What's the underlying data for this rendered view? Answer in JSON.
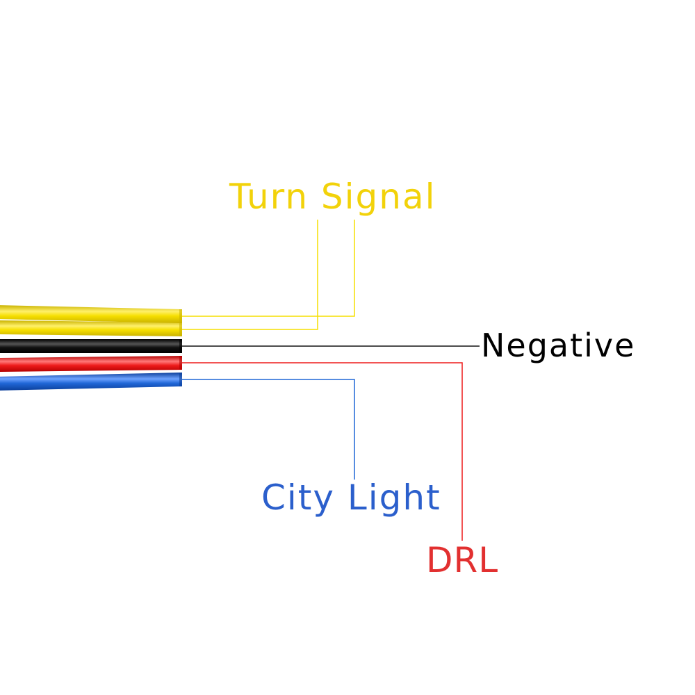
{
  "wires": [
    {
      "id": "turn-1",
      "color_name": "yellow",
      "color": "#f6df00",
      "dark": "#c9b200",
      "light": "#fff06a",
      "label_key": "turn_signal"
    },
    {
      "id": "turn-2",
      "color_name": "yellow",
      "color": "#f6df00",
      "dark": "#c9b200",
      "light": "#fff06a",
      "label_key": "turn_signal"
    },
    {
      "id": "negative",
      "color_name": "black",
      "color": "#111111",
      "dark": "#000000",
      "light": "#555555",
      "label_key": "negative"
    },
    {
      "id": "drl",
      "color_name": "red",
      "color": "#ee1c1c",
      "dark": "#b30000",
      "light": "#ff7a7a",
      "label_key": "drl"
    },
    {
      "id": "city",
      "color_name": "blue",
      "color": "#1f66d6",
      "dark": "#0c3f9a",
      "light": "#6ea3ff",
      "label_key": "city_light"
    }
  ],
  "labels": {
    "turn_signal": {
      "text": "Turn Signal",
      "color": "#f2d20a"
    },
    "negative": {
      "text": "Negative",
      "color": "#000000"
    },
    "city_light": {
      "text": "City Light",
      "color": "#2b5fcc"
    },
    "drl": {
      "text": "DRL",
      "color": "#e23030"
    }
  }
}
